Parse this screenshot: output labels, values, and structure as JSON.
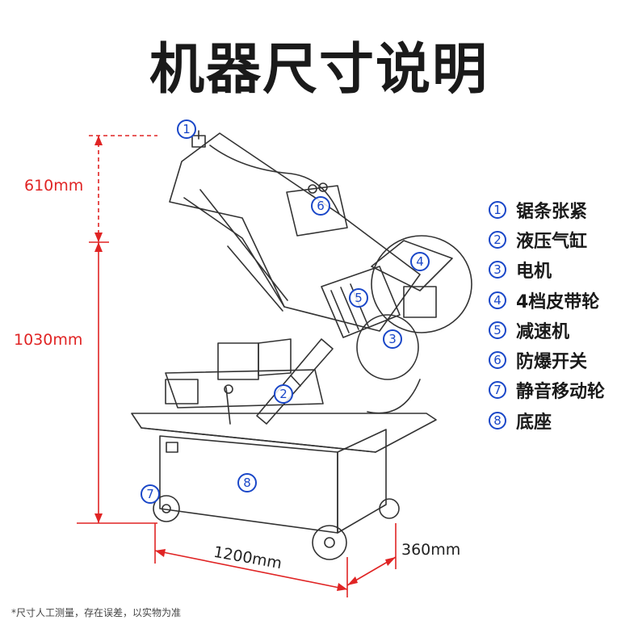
{
  "title": "机器尺寸说明",
  "dimensions": {
    "upper_height": "610mm",
    "body_height": "1030mm",
    "length": "1200mm",
    "width": "360mm"
  },
  "legend": [
    {
      "num": "1",
      "label": "锯条张紧"
    },
    {
      "num": "2",
      "label": "液压气缸"
    },
    {
      "num": "3",
      "label": "电机"
    },
    {
      "num": "4",
      "label": "4档皮带轮"
    },
    {
      "num": "5",
      "label": "减速机"
    },
    {
      "num": "6",
      "label": "防爆开关"
    },
    {
      "num": "7",
      "label": "静音移动轮"
    },
    {
      "num": "8",
      "label": "底座"
    }
  ],
  "callouts": [
    "1",
    "2",
    "3",
    "4",
    "5",
    "6",
    "7",
    "8"
  ],
  "footnote": "*尺寸人工测量，存在误差，以实物为准",
  "colors": {
    "dimension": "#e02424",
    "callout": "#1a47c8",
    "line": "#333333"
  }
}
